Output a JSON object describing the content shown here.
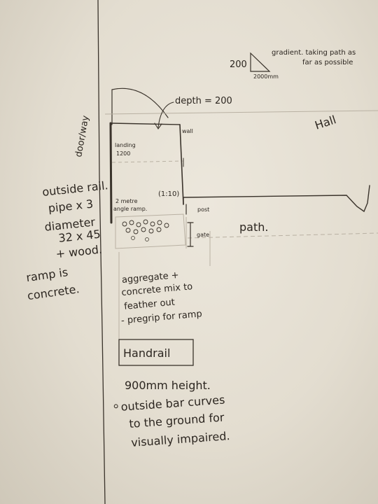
{
  "colors": {
    "paper": "#e6e0d4",
    "ink": "#2c2620",
    "faint_line": "#b9b1a3",
    "ramp_fill": "#cfc6b6"
  },
  "gradient": {
    "rise": "200",
    "run": "2000mm",
    "note_line1": "gradient. taking path as",
    "note_line2": "far as possible"
  },
  "depth_label": "depth = 200",
  "hall_label": "Hall",
  "left_rotated_label": "door/way",
  "landing_label_line1": "landing",
  "landing_label_line2": "1200",
  "wall_label": "wall",
  "ramp_label_line1": "2 metre",
  "ramp_label_line2": "angle ramp.",
  "ramp_ratio": "(1:10)",
  "post_label": "post",
  "gate_label": "gate",
  "path_label": "path.",
  "outside_rail_lines": [
    "outside rail.",
    "pipe x 3",
    "diameter",
    "32 x 45",
    "+ wood."
  ],
  "ramp_material_lines": [
    "ramp is",
    "concrete."
  ],
  "aggregate_note_lines": [
    "aggregate +",
    "concrete mix to",
    "feather out",
    "- pregrip for ramp"
  ],
  "handrail_title": "Handrail",
  "handrail_height": "900mm height.",
  "handrail_note_lines": [
    "outside bar curves",
    "to the ground for",
    "visually impaired."
  ]
}
